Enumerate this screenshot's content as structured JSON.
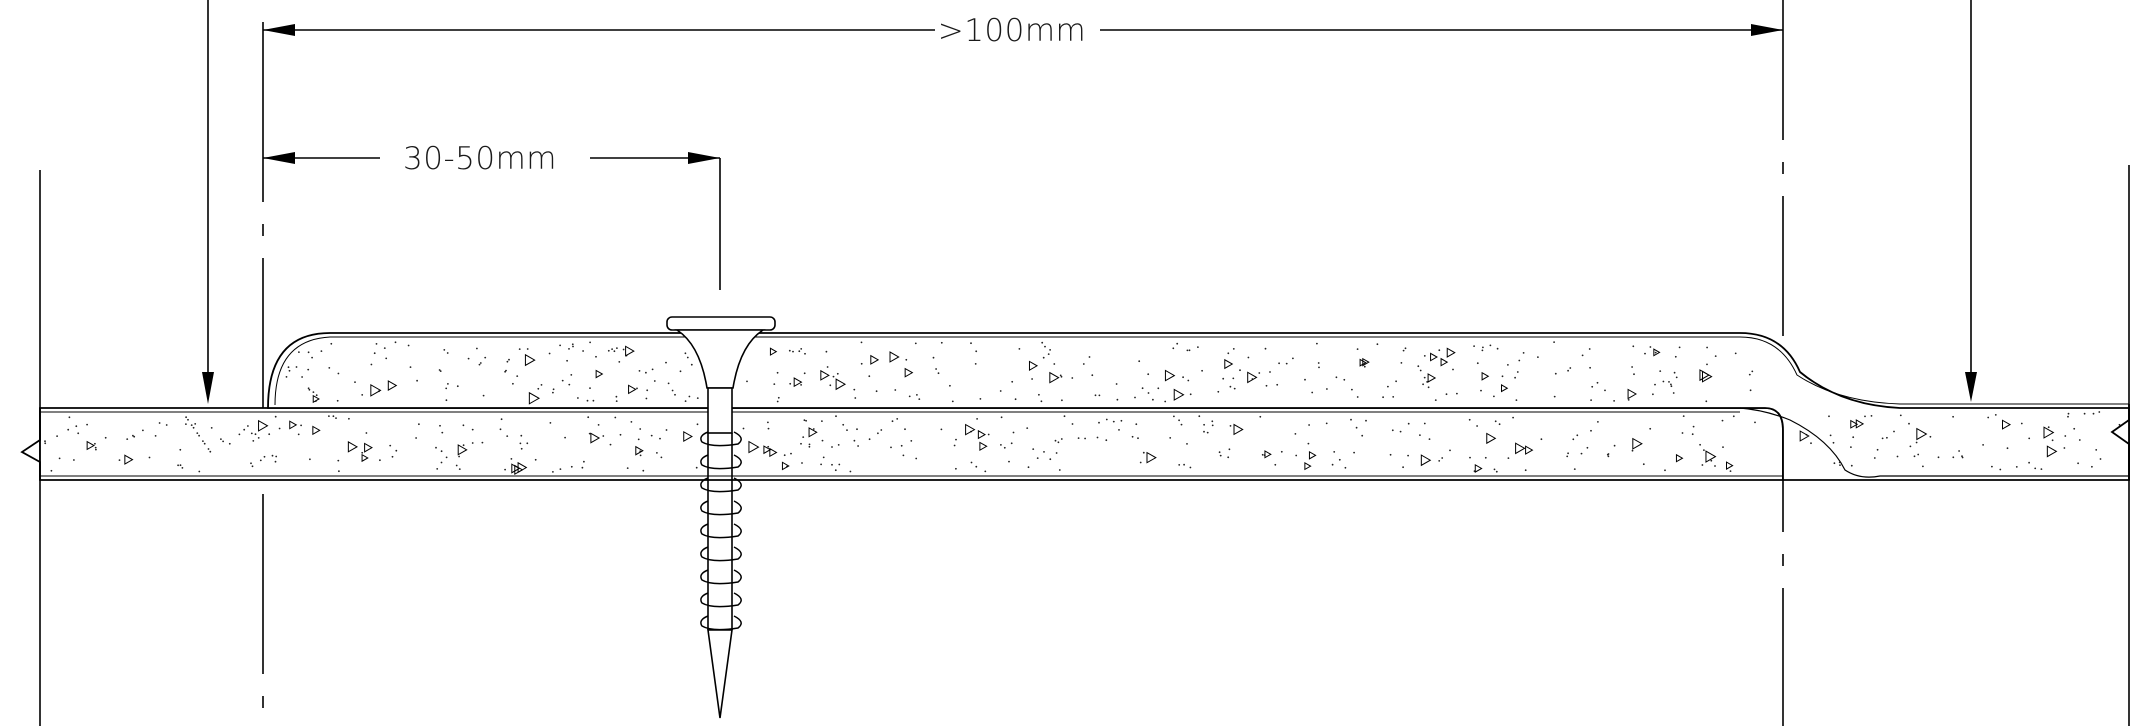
{
  "dimensions": {
    "overall_label": ">100mm",
    "fastener_offset_label": "30-50mm"
  },
  "colors": {
    "line": "#000000",
    "board_fill": "#ffffff",
    "speckle": "#222222",
    "screw_fill": "#ffffff"
  },
  "components": [
    "lower-board",
    "upper-board-overlap",
    "screw-fastener"
  ]
}
